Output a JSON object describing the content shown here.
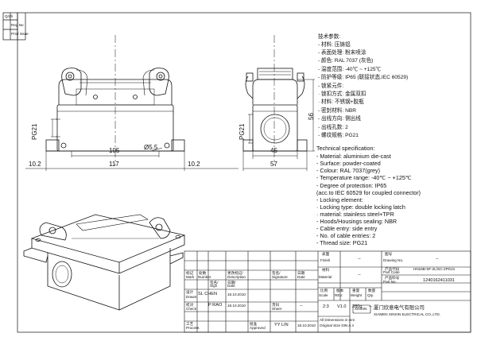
{
  "side_strip": {
    "cell1": "Q/Zh",
    "cell2": "Reg.No",
    "cell3": "Prior issue"
  },
  "dimensions": {
    "front": {
      "pg": "PG21",
      "w105": "105",
      "w117": "117",
      "hole": "Ø5.5",
      "off_left": "10.2"
    },
    "side": {
      "pg": "PG21",
      "h56": "56",
      "w45": "45",
      "w57": "57",
      "off_right": "10.2"
    }
  },
  "spec_cn": {
    "title": "技术参数:",
    "lines": [
      "- 材料: 压铸铝",
      "- 表面处理: 粉末喷涂",
      "- 颜色: RAL 7037 (灰色)",
      "- 温度范围: -40℃ ~ +125℃",
      "- 防护等级: IP65 (联接状态,IEC 60529)",
      "- 锁紧元件:",
      "· 锁扣方式: 金属双扣",
      "· 材料: 不锈钢+胶瓶",
      "- 密封材料: NBR",
      "- 出线方向: 侧出线",
      "- 出线孔数: 2",
      "- 螺纹规格: PG21"
    ]
  },
  "spec_en": {
    "title": "Technical specification:",
    "lines": [
      "- Material: aluminium die-cast",
      "- Surface: powder-coated",
      "- Colour: RAL 7037(grey)",
      "- Temperature range: -40℃ ~ +125℃",
      "- Degree of protection: IP65",
      "  (acc.to IEC 60529 for coupled connector)",
      "- Locking element:",
      "  · Locking type: double locking latch",
      "  · material: stainless steel+TPR",
      "- Hoods/Housings sealing: NBR",
      "- Cable entry: side entry",
      "- No. of cable entries: 2",
      "- Thread size: PG21"
    ]
  },
  "title_block": {
    "finish_cn": "表面",
    "finish_en": "Finish",
    "finish_val": "--",
    "material_cn": "材料",
    "material_en": "Material",
    "material_val": "--",
    "drawing_no_cn": "图号",
    "drawing_no_en": "Drawing No.",
    "drawing_no_val": "--",
    "part_code_cn": "产品代码",
    "part_code_en": "Part Code",
    "part_code_val": "HN16B-SF-2L/SC-2PG21",
    "part_no_cn": "产品料号",
    "part_no_en": "Part No.",
    "part_no_val": "1240162411031",
    "mark": "标记",
    "mark_en": "Mark",
    "number_cn": "处数",
    "number_en": "Number",
    "desc_cn": "更改标记/",
    "desc_en": "Description",
    "signature_cn": "签名/",
    "signature_en": "Signature",
    "date_cn": "日期",
    "date_en": "Date",
    "sign_cn": "签名/",
    "sign_en": "Sign",
    "date2_cn": "日期/",
    "date2_en": "Date",
    "drawn_cn": "设计",
    "drawn_en": "Drawn",
    "drawn_name": "SL CHEN",
    "drawn_date": "18.10.2010",
    "check_cn": "校对",
    "check_en": "Check",
    "check_name": "P RAO",
    "check_date": "18.10.2010",
    "process_cn": "工艺",
    "process_en": "Process",
    "approved_cn": "批准",
    "approved_en": "Approved",
    "approved_name": "YY LIN",
    "approved_date": "18.10.2010",
    "scale_cn": "比例",
    "scale_en": "Scale",
    "scale_val": "2:3",
    "rev_cn": "版本",
    "rev_en": "REV.",
    "rev_val": "V1.0",
    "weight_cn": "重量",
    "weight_en": "Weight",
    "weight_val": "280g",
    "qty_cn": "数量",
    "qty_en": "Qty.",
    "qty_val": "--",
    "sheet_cn": "页码",
    "sheet_en": "Sheet",
    "sheet_val": "--",
    "dims_note1": "All Dimensions in mm",
    "dims_note2": "Original Size DIN A 4",
    "company_logo": "XINXIN",
    "company_cn": "厦门欣意电气有限公司",
    "company_en": "XIAMEN XINXIN ELECTRICAL CO.,LTD."
  },
  "colors": {
    "line": "#111111",
    "frame": "#222222"
  }
}
